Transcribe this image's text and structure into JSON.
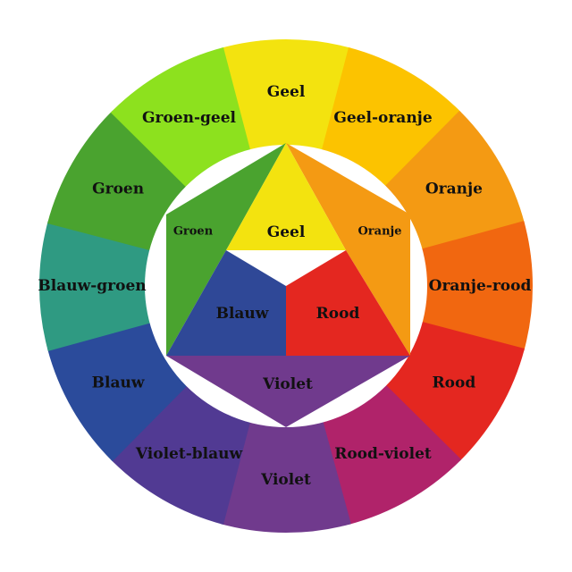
{
  "outer_ring": [
    {
      "label": "Geel",
      "color": "#f3e30f"
    },
    {
      "label": "Geel-oranje",
      "color": "#fcc300"
    },
    {
      "label": "Oranje",
      "color": "#f49a13"
    },
    {
      "label": "Oranje-rood",
      "color": "#f16710"
    },
    {
      "label": "Rood",
      "color": "#e42720"
    },
    {
      "label": "Rood-violet",
      "color": "#b0236a"
    },
    {
      "label": "Violet",
      "color": "#703a8d"
    },
    {
      "label": "Violet-blauw",
      "color": "#513a93"
    },
    {
      "label": "Blauw",
      "color": "#2b4b9b"
    },
    {
      "label": "Blauw-groen",
      "color": "#2f9a82"
    },
    {
      "label": "Groen",
      "color": "#4aa32f"
    },
    {
      "label": "Groen-geel",
      "color": "#8de11e"
    }
  ],
  "inner": {
    "primary": {
      "yellow": {
        "label": "Geel",
        "color": "#f3e30f"
      },
      "red": {
        "label": "Rood",
        "color": "#e42720"
      },
      "blue": {
        "label": "Blauw",
        "color": "#2f4897"
      }
    },
    "secondary": {
      "green": {
        "label": "Groen",
        "color": "#4aa32f"
      },
      "orange": {
        "label": "Oranje",
        "color": "#f49a13"
      },
      "violet": {
        "label": "Violet",
        "color": "#703a8d"
      }
    }
  }
}
